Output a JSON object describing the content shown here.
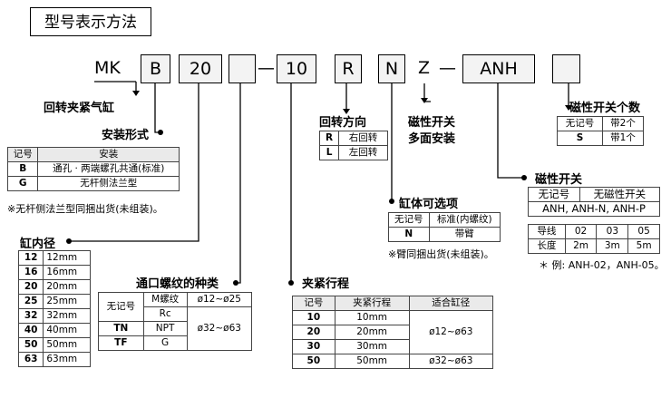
{
  "title": "型号表示方法",
  "code": {
    "mk": "MK",
    "b": "B",
    "bore": "20",
    "blank1": "",
    "dash1": "—",
    "stroke": "10",
    "r": "R",
    "n": "N",
    "z": "Z",
    "dash2": "—",
    "anh": "ANH",
    "blank2": ""
  },
  "labels": {
    "rotary": "回转夹紧气缸",
    "mounting": "安装形式",
    "bore": "缸内径",
    "port": "通口螺纹的种类",
    "stroke": "夹紧行程",
    "direction": "回转方向",
    "magswitch_multi": [
      "磁性开关",
      "多面安装"
    ],
    "cylinder_opt": "缸体可选项",
    "switch": "磁性开关",
    "switch_qty": "磁性开关个数"
  },
  "mounting": {
    "headers": [
      "记号",
      "安装"
    ],
    "rows": [
      [
        "B",
        "通孔 · 两端螺孔共通(标准)"
      ],
      [
        "G",
        "无杆侧法兰型"
      ]
    ],
    "note": "※无杆侧法兰型同捆出货(未组装)。"
  },
  "bore": [
    [
      "12",
      "12mm"
    ],
    [
      "16",
      "16mm"
    ],
    [
      "20",
      "20mm"
    ],
    [
      "25",
      "25mm"
    ],
    [
      "32",
      "32mm"
    ],
    [
      "40",
      "40mm"
    ],
    [
      "50",
      "50mm"
    ],
    [
      "63",
      "63mm"
    ]
  ],
  "port": {
    "none": "无记号",
    "m": "M螺纹",
    "m_range": "ø12~ø25",
    "rc": "Rc",
    "tn": "TN",
    "npt": "NPT",
    "tf": "TF",
    "g": "G",
    "range2": "ø32~ø63"
  },
  "stroke": {
    "headers": [
      "记号",
      "夹紧行程",
      "适合缸径"
    ],
    "rows": [
      [
        "10",
        "10mm"
      ],
      [
        "20",
        "20mm"
      ],
      [
        "30",
        "30mm"
      ],
      [
        "50",
        "50mm"
      ]
    ],
    "range1": "ø12~ø63",
    "range2": "ø32~ø63"
  },
  "direction": [
    [
      "R",
      "右回转"
    ],
    [
      "L",
      "左回转"
    ]
  ],
  "cylinder_opt": {
    "headers": [
      "无记号",
      "标准(内螺纹)"
    ],
    "rows": [
      [
        "N",
        "带臂"
      ]
    ],
    "note": "※臂同捆出货(未组装)。"
  },
  "switch": {
    "header": [
      "无记号",
      "无磁性开关"
    ],
    "models": "ANH, ANH-N, ANH-P",
    "wire_label": "导线",
    "len_label": "长度",
    "codes": [
      "02",
      "03",
      "05"
    ],
    "lengths": [
      "2m",
      "3m",
      "5m"
    ],
    "note": "＊ 例: ANH-02，ANH-05。"
  },
  "switch_qty": [
    [
      "无记号",
      "带2个"
    ],
    [
      "S",
      "带1个"
    ]
  ]
}
